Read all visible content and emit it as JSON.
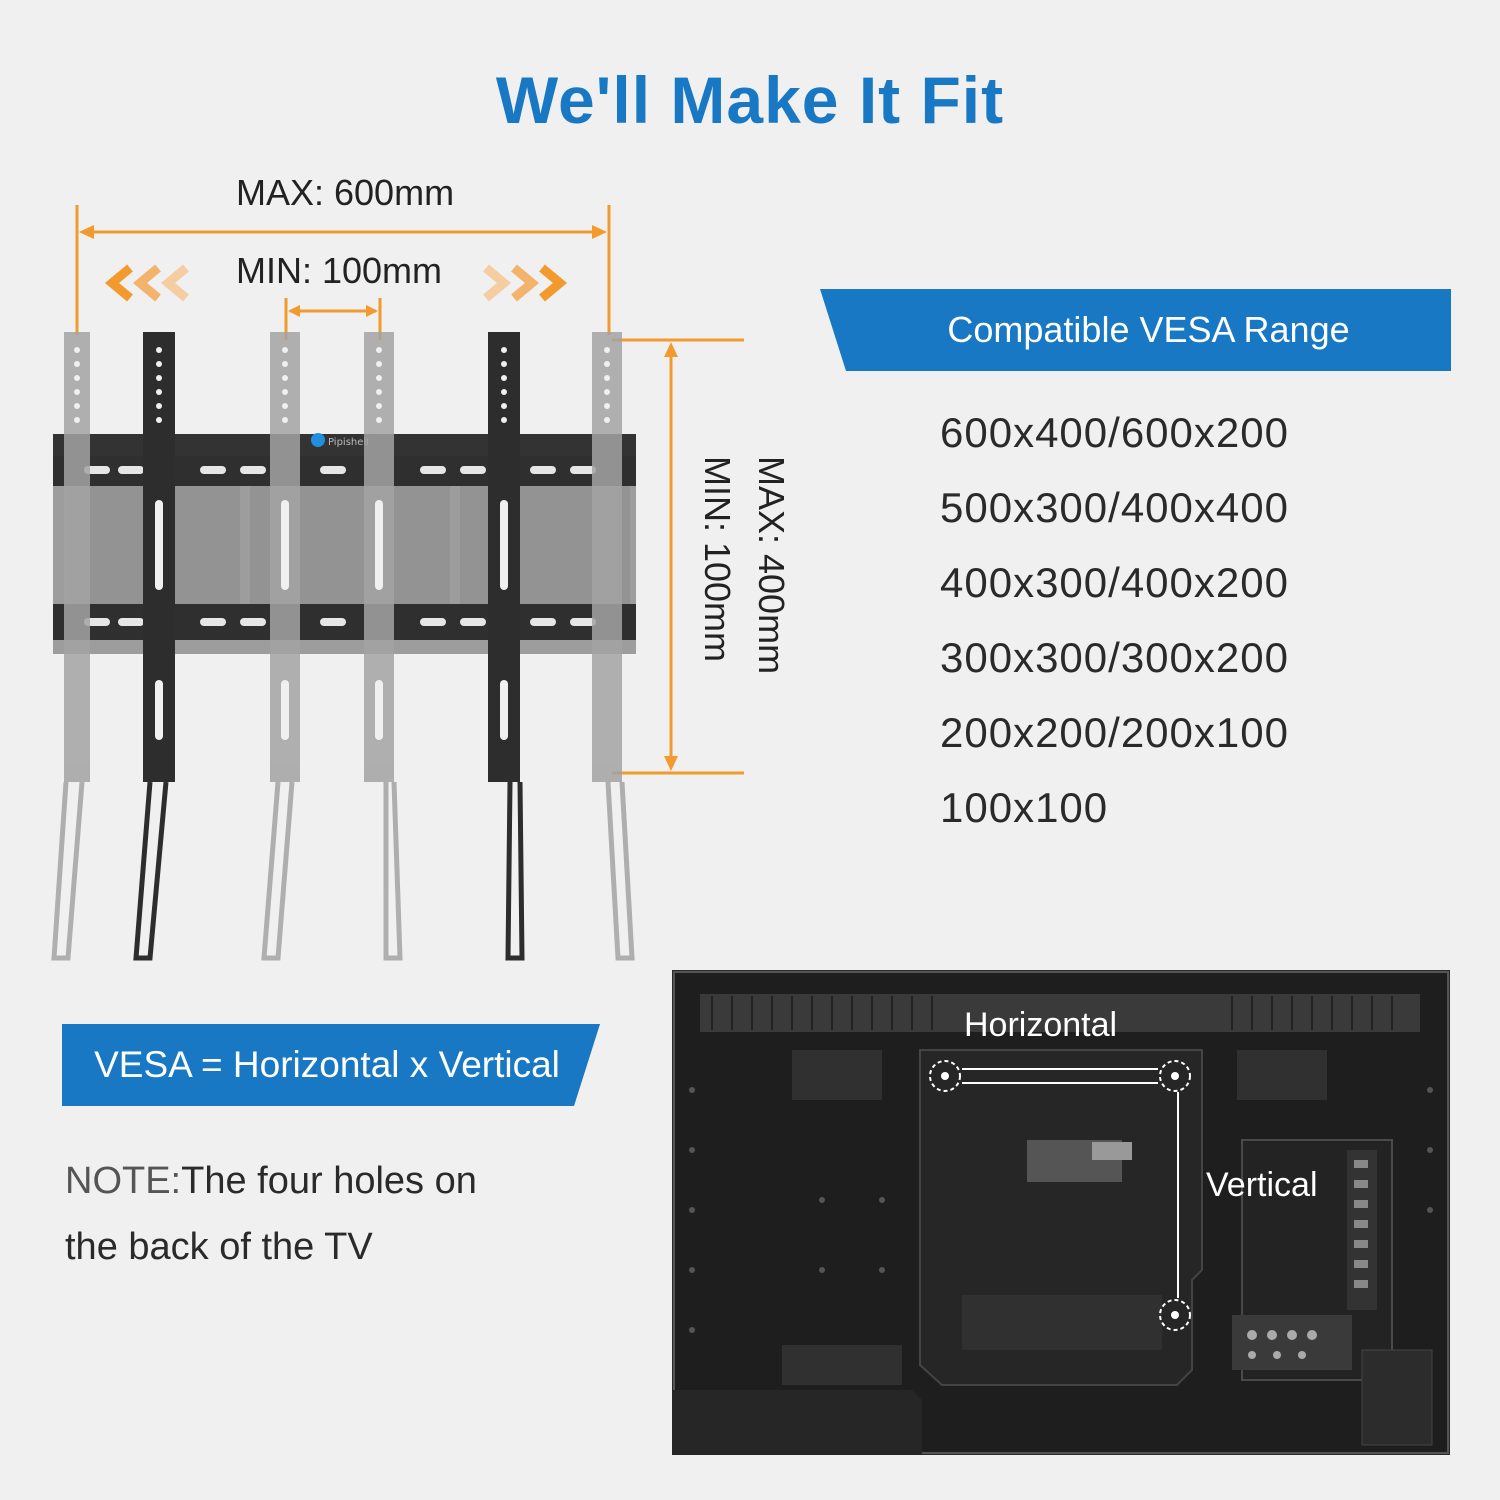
{
  "title": "We'll Make It Fit",
  "bracket": {
    "max_horizontal": "MAX: 600mm",
    "min_horizontal": "MIN: 100mm",
    "max_vertical": "MAX: 400mm",
    "min_vertical": "MIN: 100mm",
    "logo_text": "Pipishell"
  },
  "vesa": {
    "heading": "Compatible VESA Range",
    "sizes": [
      "600x400/600x200",
      "500x300/400x400",
      "400x300/400x200",
      "300x300/300x200",
      "200x200/200x100",
      "100x100"
    ]
  },
  "formula": "VESA = Horizontal x Vertical",
  "note": {
    "prefix": "NOTE:",
    "line1": "The four holes on",
    "line2": "the back of the TV"
  },
  "tv": {
    "horizontal_label": "Horizontal",
    "vertical_label": "Vertical"
  },
  "colors": {
    "accent_blue": "#1878c4",
    "arrow_orange": "#f29a2e",
    "arrow_light": "#f6cda1"
  }
}
